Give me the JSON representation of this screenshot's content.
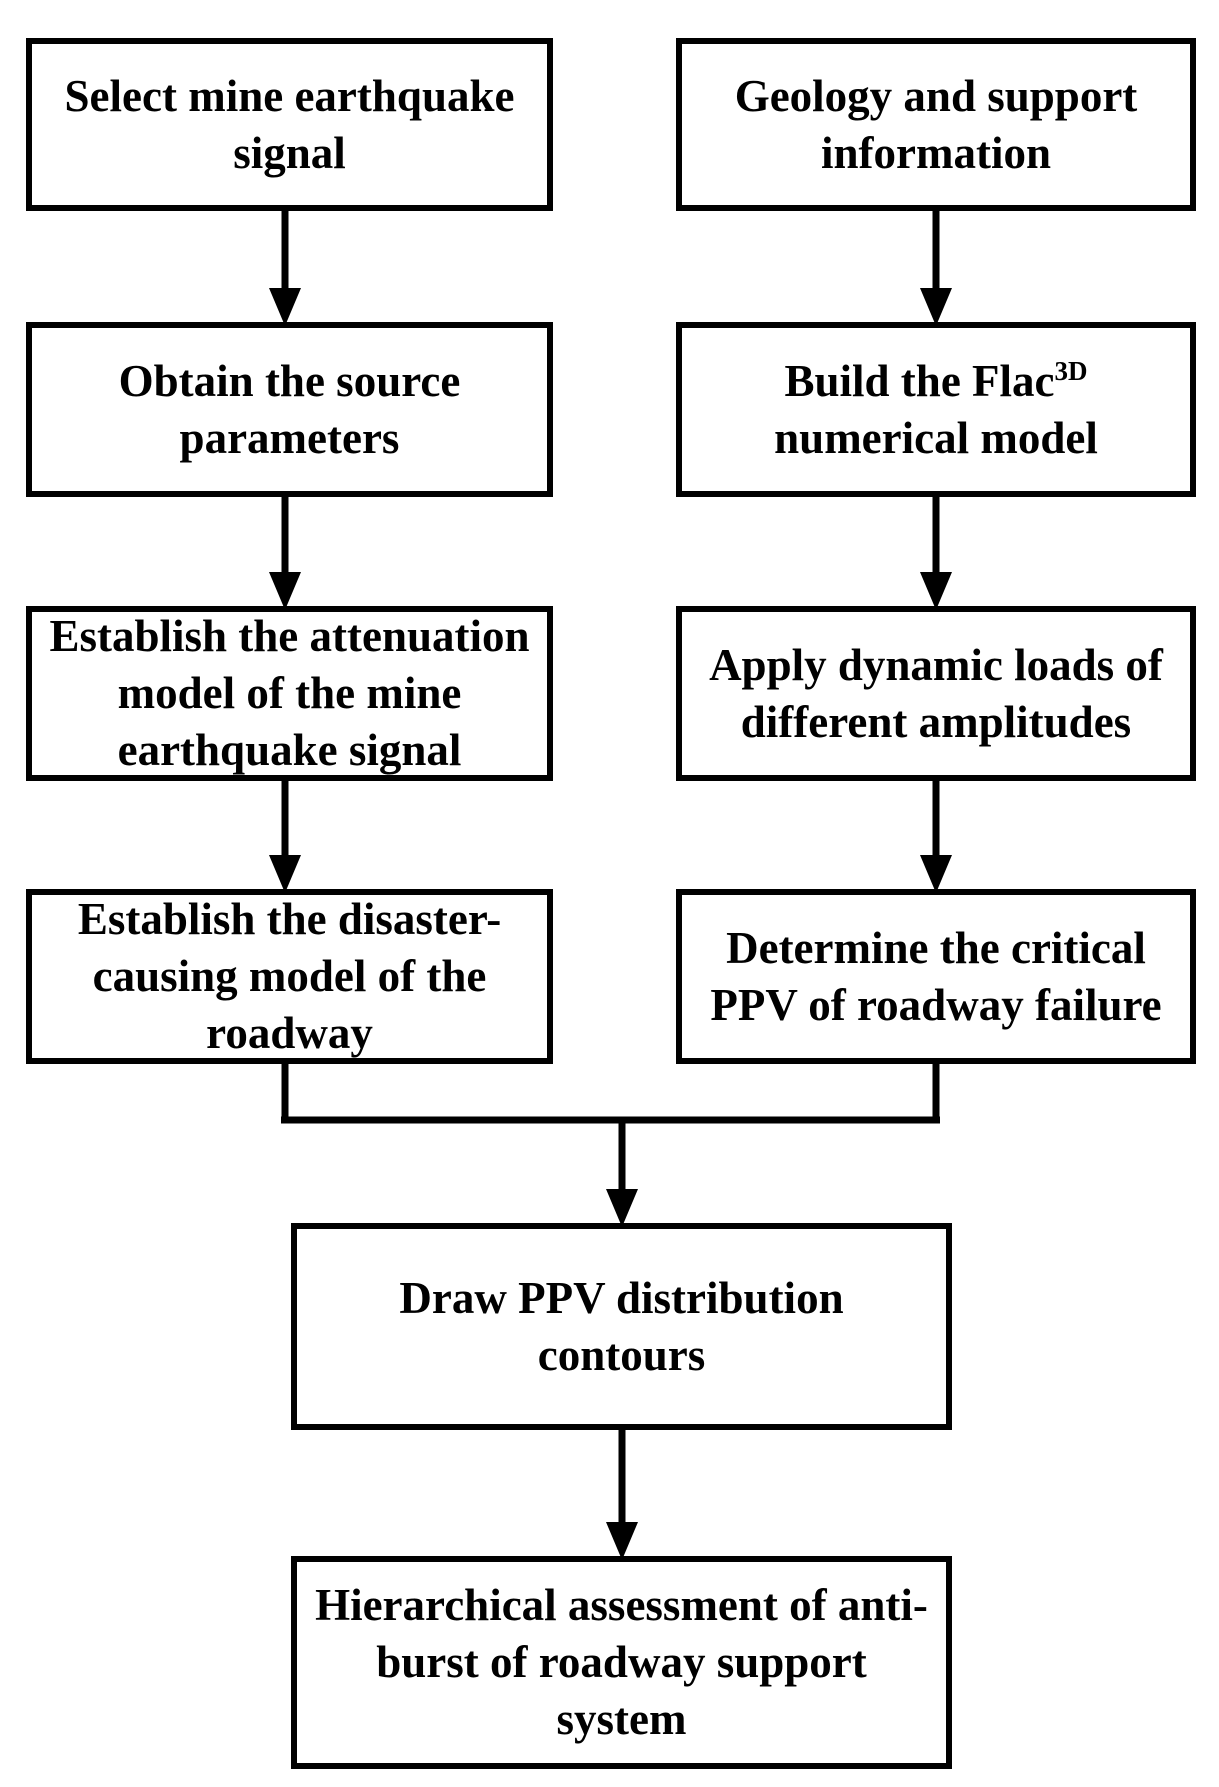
{
  "figure": {
    "background_color": "#ffffff",
    "line_color": "#000000",
    "text_color": "#000000"
  },
  "nodes": {
    "select_signal": {
      "lines": [
        "Select mine earthquake",
        "signal"
      ]
    },
    "geology": {
      "lines": [
        "Geology and support",
        "information"
      ]
    },
    "source_params": {
      "lines": [
        "Obtain the source",
        "parameters"
      ]
    },
    "flac": {
      "line1_pre": "Build the Flac",
      "line1_sup": "3D",
      "line2": "numerical model"
    },
    "attenuation": {
      "lines": [
        "Establish the attenuation",
        "model of the mine",
        "earthquake signal"
      ]
    },
    "dynamic_loads": {
      "lines": [
        "Apply dynamic loads of",
        "different amplitudes"
      ]
    },
    "disaster": {
      "lines": [
        "Establish the disaster-",
        "causing model of the",
        "roadway"
      ]
    },
    "critical_ppv": {
      "lines": [
        "Determine the critical",
        "PPV of roadway failure"
      ]
    },
    "contours": {
      "lines": [
        "Draw PPV distribution",
        "contours"
      ]
    },
    "hierarchical": {
      "lines": [
        "Hierarchical assessment of anti-",
        "burst of roadway support",
        "system"
      ]
    }
  }
}
